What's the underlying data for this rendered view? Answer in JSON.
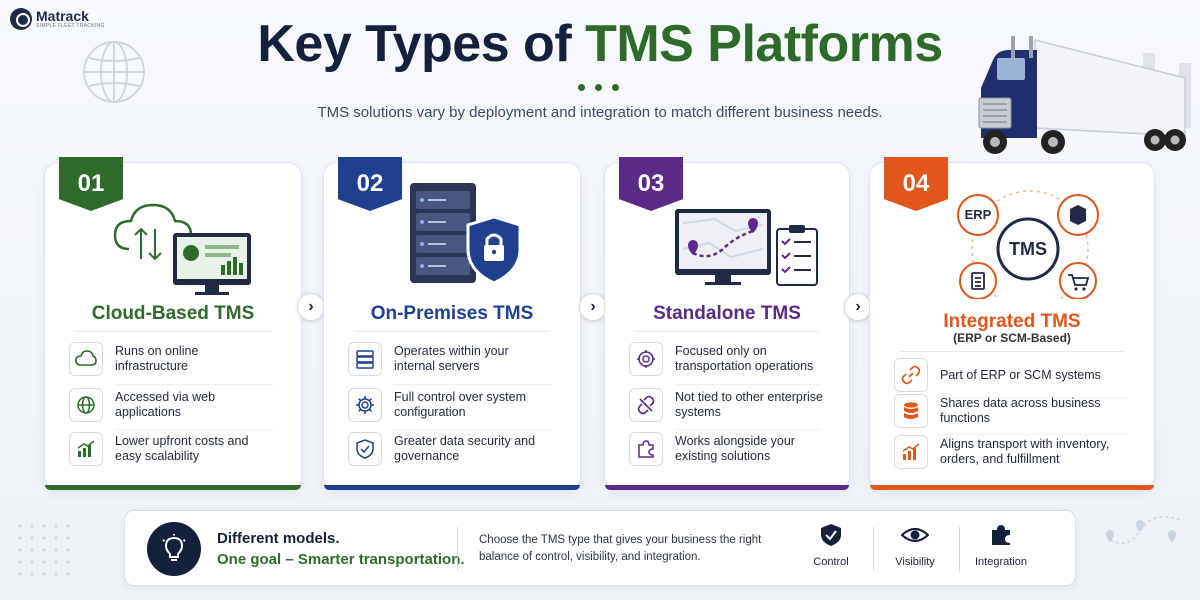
{
  "brand": {
    "name": "Matrack",
    "tagline": "SIMPLE FLEET TRACKING"
  },
  "header": {
    "title_part1": "Key Types of ",
    "title_part2": "TMS Platforms",
    "subtitle": "TMS solutions vary by deployment and integration to match different business needs."
  },
  "colors": {
    "navy": "#14213d",
    "green": "#2e6b2b",
    "blue": "#1f3f8f",
    "purple": "#5b2a86",
    "orange": "#e0561b"
  },
  "cards": [
    {
      "number": "01",
      "title": "Cloud-Based TMS",
      "subtitle": "",
      "color": "#2e6b2b",
      "features": [
        {
          "icon": "cloud-icon",
          "text": "Runs on online infrastructure"
        },
        {
          "icon": "globe-icon",
          "text": "Accessed via web applications"
        },
        {
          "icon": "growth-chart-icon",
          "text": "Lower upfront costs and easy scalability"
        }
      ]
    },
    {
      "number": "02",
      "title": "On-Premises TMS",
      "subtitle": "",
      "color": "#1f3f8f",
      "features": [
        {
          "icon": "server-icon",
          "text": "Operates within your internal servers"
        },
        {
          "icon": "gear-icon",
          "text": "Full control over system configuration"
        },
        {
          "icon": "shield-check-icon",
          "text": "Greater data security and governance"
        }
      ]
    },
    {
      "number": "03",
      "title": "Standalone TMS",
      "subtitle": "",
      "color": "#5b2a86",
      "features": [
        {
          "icon": "target-icon",
          "text": "Focused only on transportation operations"
        },
        {
          "icon": "broken-link-icon",
          "text": "Not tied to other enterprise systems"
        },
        {
          "icon": "puzzle-icon",
          "text": "Works alongside your existing solutions"
        }
      ]
    },
    {
      "number": "04",
      "title": "Integrated TMS",
      "subtitle": "(ERP or SCM-Based)",
      "color": "#e0561b",
      "features": [
        {
          "icon": "link-icon",
          "text": "Part of ERP or SCM systems"
        },
        {
          "icon": "database-icon",
          "text": "Shares data across business functions"
        },
        {
          "icon": "growth-chart-icon",
          "text": "Aligns transport with inventory, orders, and fulfillment"
        }
      ],
      "diagram": {
        "center": "TMS",
        "erp": "ERP"
      }
    }
  ],
  "banner": {
    "headline1": "Different models.",
    "headline2": "One goal – Smarter transportation.",
    "message": "Choose the TMS type that gives your business the right balance of control, visibility, and integration.",
    "pillars": [
      {
        "icon": "shield-check-icon",
        "label": "Control"
      },
      {
        "icon": "eye-icon",
        "label": "Visibility"
      },
      {
        "icon": "puzzle-icon",
        "label": "Integration"
      }
    ]
  }
}
